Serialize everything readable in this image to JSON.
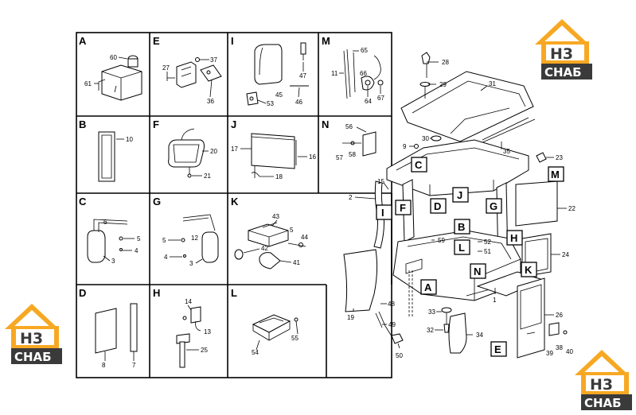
{
  "panels": [
    {
      "id": "A",
      "labels": [
        "60",
        "61"
      ]
    },
    {
      "id": "E",
      "labels": [
        "37",
        "27",
        "36"
      ]
    },
    {
      "id": "I",
      "labels": [
        "47",
        "45",
        "53",
        "46"
      ]
    },
    {
      "id": "M",
      "labels": [
        "65",
        "11",
        "66",
        "64",
        "67"
      ]
    },
    {
      "id": "B",
      "labels": [
        "10"
      ]
    },
    {
      "id": "F",
      "labels": [
        "20",
        "21"
      ]
    },
    {
      "id": "J",
      "labels": [
        "17",
        "16",
        "18"
      ]
    },
    {
      "id": "N",
      "labels": [
        "56",
        "57",
        "58"
      ]
    },
    {
      "id": "C",
      "labels": [
        "6",
        "5",
        "4",
        "3"
      ]
    },
    {
      "id": "G",
      "labels": [
        "12",
        "5",
        "4",
        "3"
      ]
    },
    {
      "id": "K",
      "labels": [
        "43",
        "5",
        "44",
        "42",
        "41"
      ]
    },
    {
      "id": "D",
      "labels": [
        "8",
        "7"
      ]
    },
    {
      "id": "H",
      "labels": [
        "14",
        "13",
        "25"
      ]
    },
    {
      "id": "L",
      "labels": [
        "55",
        "54"
      ]
    }
  ],
  "main_numbers": {
    "n28": "28",
    "n29": "29",
    "n31": "31",
    "n30": "30",
    "n9": "9",
    "n35": "35",
    "n23": "23",
    "n15": "15",
    "n2": "2",
    "n22": "22",
    "n52": "52",
    "n59": "59",
    "n51": "51",
    "n24": "24",
    "n1": "1",
    "n19": "19",
    "n48": "48",
    "n49": "49",
    "n33": "33",
    "n32": "32",
    "n34": "34",
    "n26": "26",
    "n38": "38",
    "n40": "40",
    "n39": "39",
    "n50": "50"
  },
  "callouts": {
    "C": "C",
    "M": "M",
    "J": "J",
    "F": "F",
    "D": "D",
    "B": "B",
    "G": "G",
    "I": "I",
    "H": "H",
    "L": "L",
    "K": "K",
    "N": "N",
    "A": "A",
    "E": "E"
  },
  "logo": {
    "mark": "H3",
    "text": "СНАБ",
    "color_primary": "#f7a823",
    "color_dark": "#3a3a3a"
  }
}
